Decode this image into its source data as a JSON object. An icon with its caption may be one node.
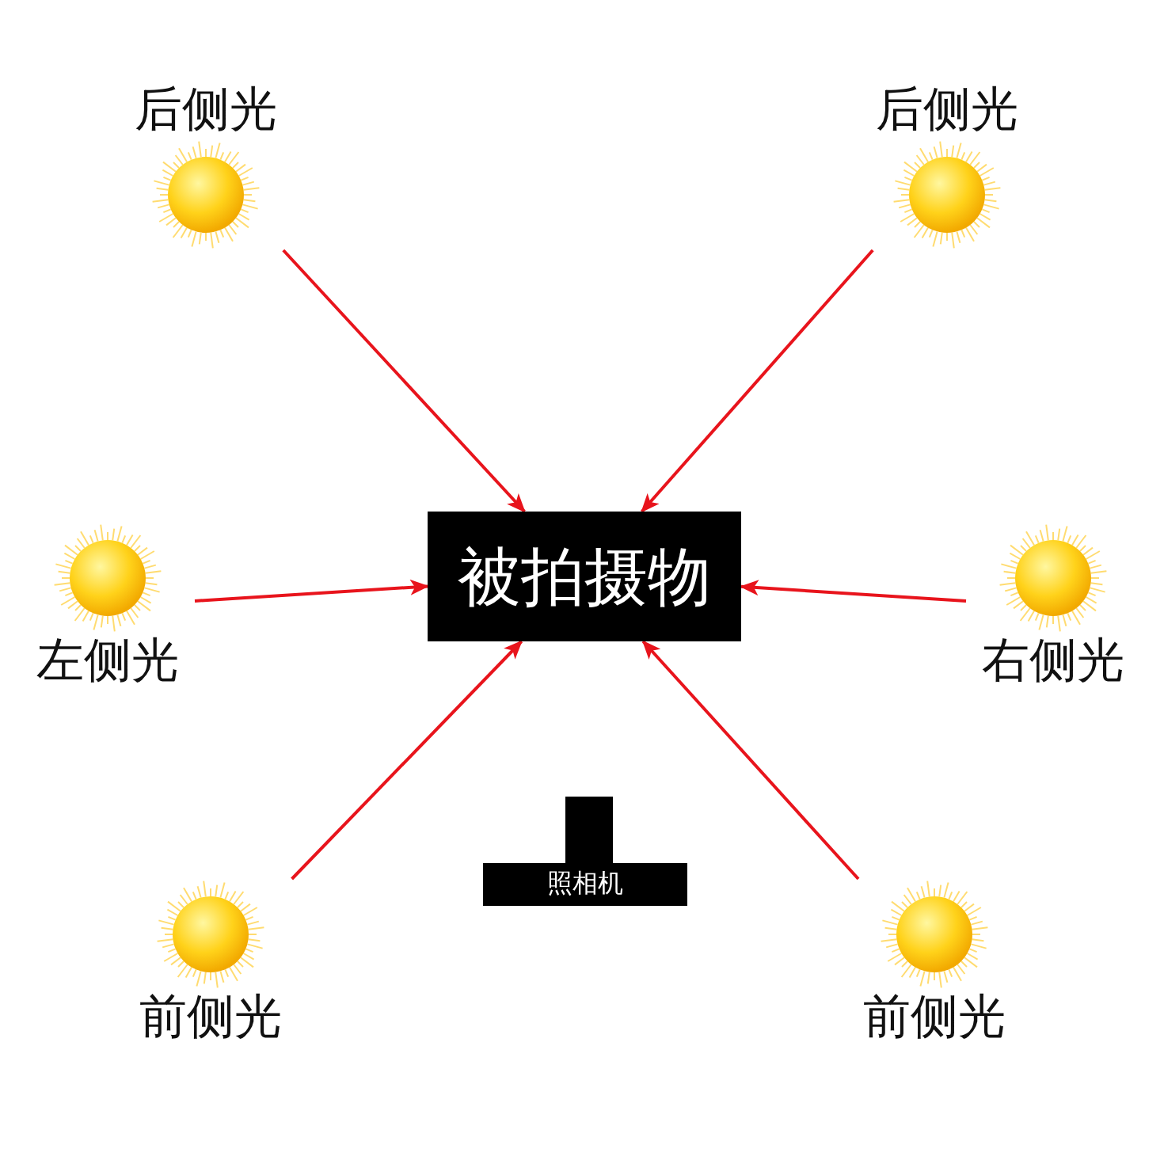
{
  "diagram": {
    "nodes": [
      {
        "text": [
          "后侧光"
        ]
      },
      {
        "text": [
          "后侧光"
        ]
      },
      {
        "text": [
          "左侧光"
        ]
      },
      {
        "text": [
          "被拍摄物"
        ]
      },
      {
        "text": [
          "右侧光"
        ]
      },
      {
        "text": [
          "照相机"
        ]
      },
      {
        "text": [
          "前侧光"
        ]
      },
      {
        "text": [
          "前侧光"
        ]
      }
    ],
    "edges": [
      {
        "from": 0,
        "to": 3,
        "arrow": "to"
      },
      {
        "from": 1,
        "to": 3,
        "arrow": "to"
      },
      {
        "from": 2,
        "to": 3,
        "arrow": "to"
      },
      {
        "from": 4,
        "to": 3,
        "arrow": "to"
      },
      {
        "from": 6,
        "to": 3,
        "arrow": "to"
      },
      {
        "from": 7,
        "to": 3,
        "arrow": "to"
      }
    ]
  }
}
